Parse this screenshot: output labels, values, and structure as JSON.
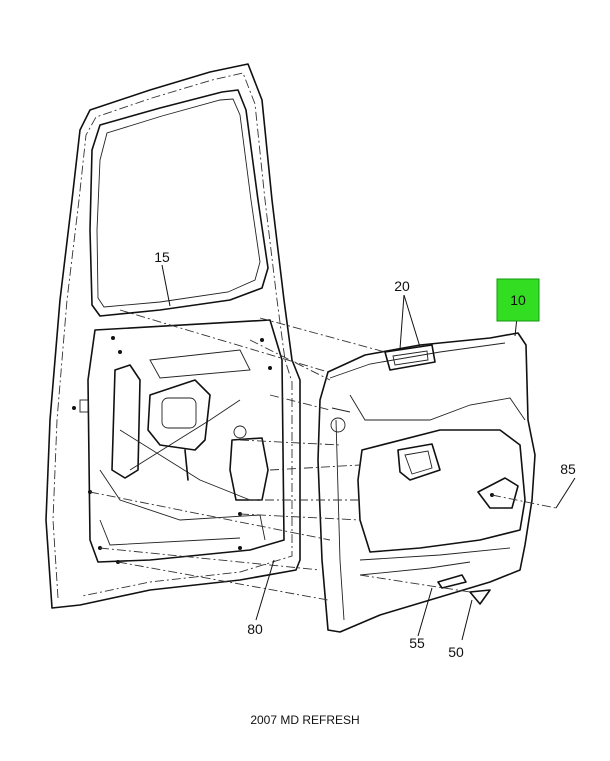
{
  "caption": "2007 MD REFRESH",
  "callouts": [
    {
      "id": "c10",
      "text": "10",
      "highlighted": true
    },
    {
      "id": "c15",
      "text": "15",
      "highlighted": false
    },
    {
      "id": "c20",
      "text": "20",
      "highlighted": false
    },
    {
      "id": "c50",
      "text": "50",
      "highlighted": false
    },
    {
      "id": "c55",
      "text": "55",
      "highlighted": false
    },
    {
      "id": "c80",
      "text": "80",
      "highlighted": false
    },
    {
      "id": "c85",
      "text": "85",
      "highlighted": false
    }
  ],
  "colors": {
    "highlight": "#33dd22",
    "line": "#111111",
    "background": "#ffffff"
  }
}
